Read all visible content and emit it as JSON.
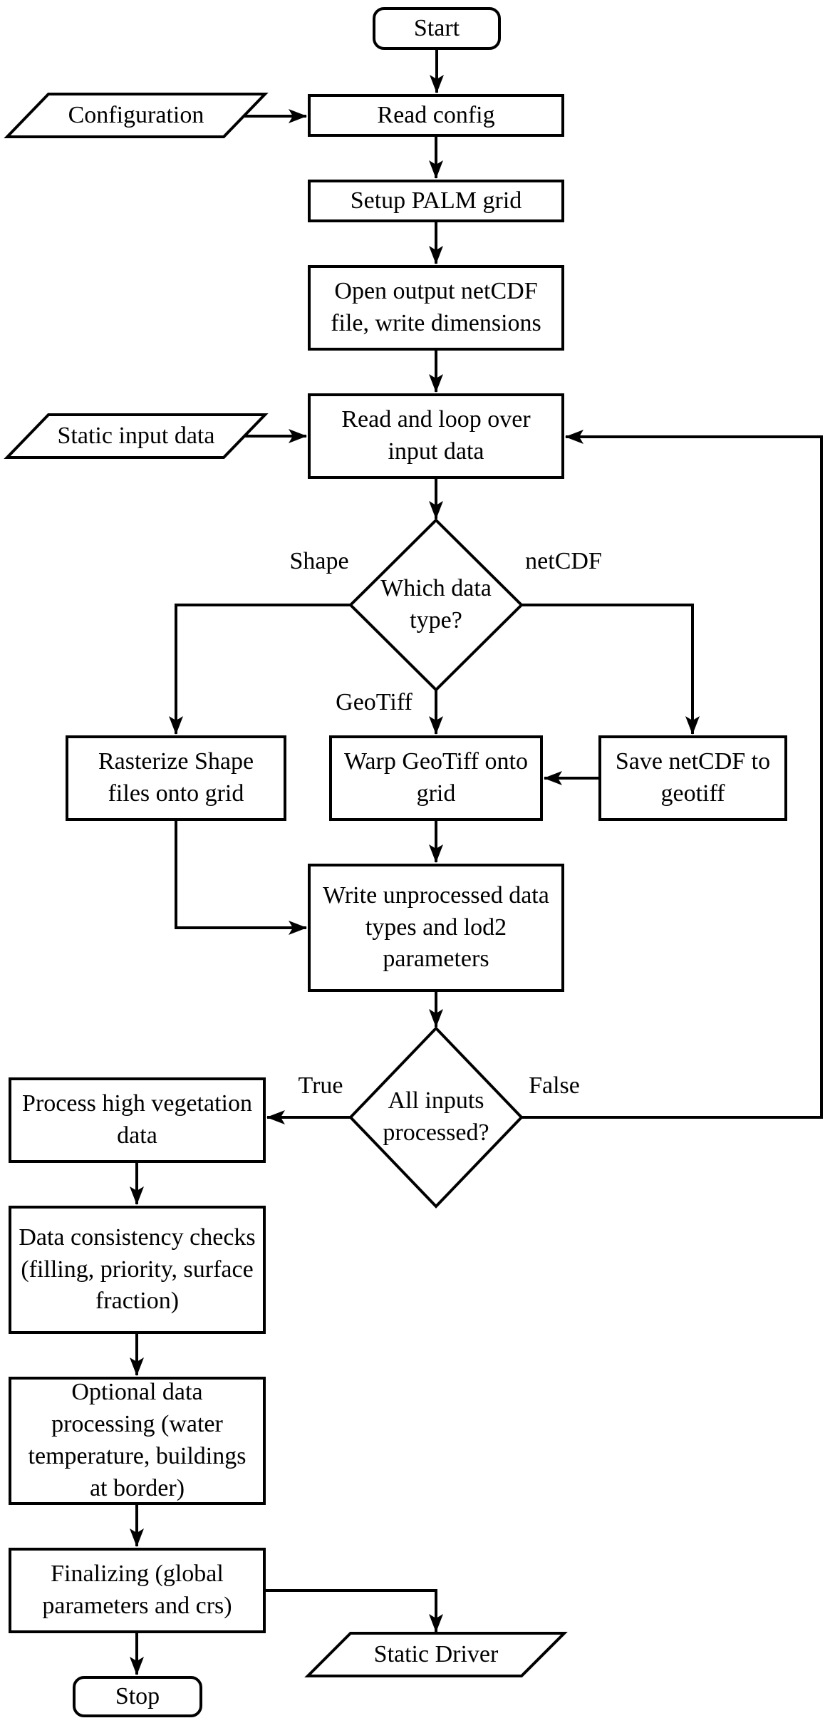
{
  "diagram": {
    "type": "flowchart",
    "colors": {
      "line": "#000000",
      "background": "#ffffff",
      "text": "#000000"
    },
    "nodes": {
      "start": {
        "label": "Start",
        "shape": "rounded"
      },
      "configuration": {
        "label": "Configuration",
        "shape": "parallelogram"
      },
      "read_config": {
        "label": "Read config",
        "shape": "rect"
      },
      "setup_grid": {
        "label": "Setup PALM grid",
        "shape": "rect"
      },
      "open_netcdf": {
        "label": "Open output netCDF\nfile, write dimensions",
        "shape": "rect"
      },
      "static_input": {
        "label": "Static input data",
        "shape": "parallelogram"
      },
      "read_loop": {
        "label": "Read and loop over\ninput data",
        "shape": "rect"
      },
      "which_type": {
        "label": "Which data\ntype?",
        "shape": "diamond"
      },
      "rasterize": {
        "label": "Rasterize Shape\nfiles onto grid",
        "shape": "rect"
      },
      "warp": {
        "label": "Warp GeoTiff onto\ngrid",
        "shape": "rect"
      },
      "save_netcdf": {
        "label": "Save netCDF to\ngeotiff",
        "shape": "rect"
      },
      "write_unprocessed": {
        "label": "Write unprocessed data\ntypes and lod2\nparameters",
        "shape": "rect"
      },
      "all_processed": {
        "label": "All inputs\nprocessed?",
        "shape": "diamond"
      },
      "process_veg": {
        "label": "Process high vegetation\ndata",
        "shape": "rect"
      },
      "consistency": {
        "label": "Data consistency checks\n(filling, priority, surface\nfraction)",
        "shape": "rect"
      },
      "optional": {
        "label": "Optional data\nprocessing (water\ntemperature, buildings\nat border)",
        "shape": "rect"
      },
      "finalizing": {
        "label": "Finalizing (global\nparameters and crs)",
        "shape": "rect"
      },
      "stop": {
        "label": "Stop",
        "shape": "rounded"
      },
      "static_driver": {
        "label": "Static Driver",
        "shape": "parallelogram"
      }
    },
    "edge_labels": {
      "shape": "Shape",
      "geotiff": "GeoTiff",
      "netcdf": "netCDF",
      "true": "True",
      "false": "False"
    }
  }
}
